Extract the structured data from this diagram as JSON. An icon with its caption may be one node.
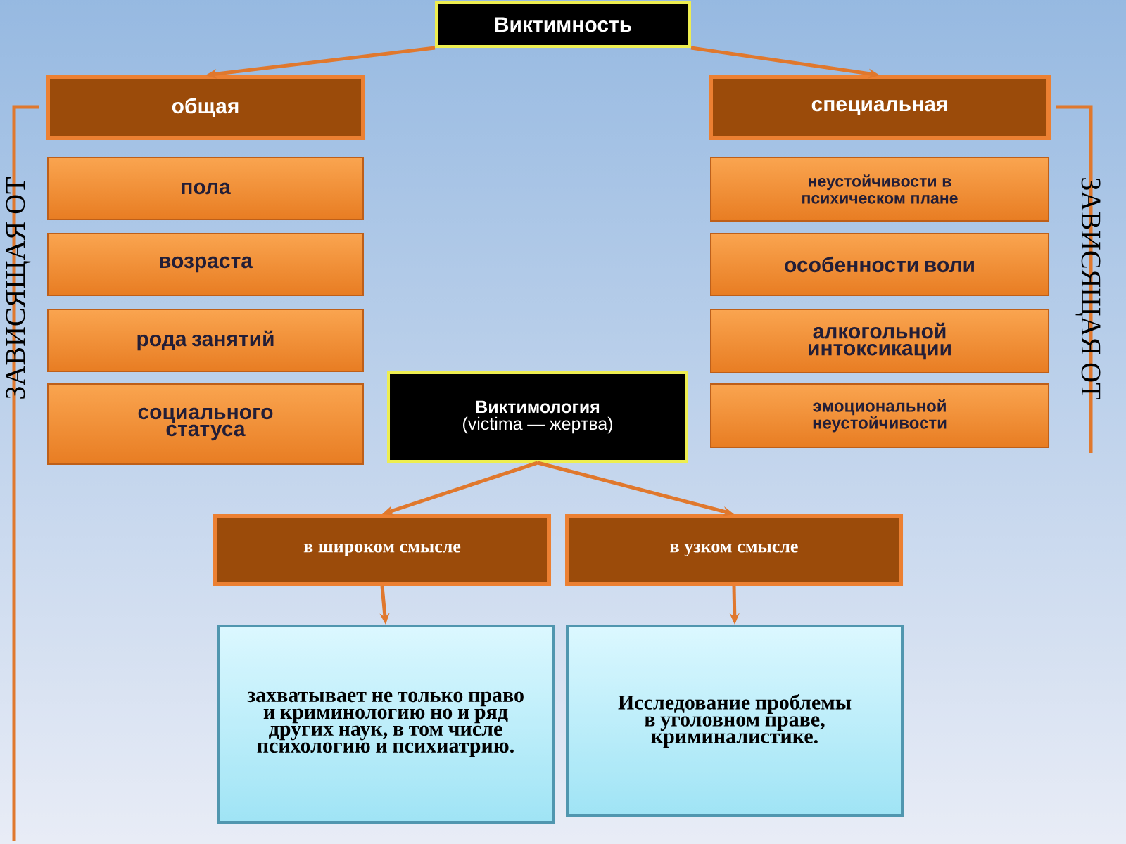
{
  "diagram": {
    "nodes": [
      {
        "text": [
          "Виктимность"
        ]
      },
      {
        "text": [
          "общая"
        ]
      },
      {
        "text": [
          "пола"
        ]
      },
      {
        "text": [
          "возраста"
        ]
      },
      {
        "text": [
          "рода занятий"
        ]
      },
      {
        "text": [
          "социального статуса"
        ]
      },
      {
        "text": [
          "специальная"
        ]
      },
      {
        "text": [
          "неустойчивости в психическом плане"
        ]
      },
      {
        "text": [
          "особенности воли"
        ]
      },
      {
        "text": [
          "алкогольной интоксикации"
        ]
      },
      {
        "text": [
          "эмоциональной неустойчивости"
        ]
      },
      {
        "text": [
          "Виктимология",
          "(victima — жертва)"
        ]
      },
      {
        "text": [
          "в широком смысле"
        ]
      },
      {
        "text": [
          "в узком смысле"
        ]
      },
      {
        "text": [
          "захватывает не только право и криминологию но и ряд других наук, в том числе психологию и психиатрию."
        ]
      },
      {
        "text": [
          "Исследование проблемы в уголовном праве, криминалистике."
        ]
      }
    ],
    "edges": [
      {
        "from": 0,
        "to": 1,
        "arrow": "to"
      },
      {
        "from": 0,
        "to": 6,
        "arrow": "to"
      },
      {
        "from": 11,
        "to": 12,
        "arrow": "to"
      },
      {
        "from": 11,
        "to": 13,
        "arrow": "to"
      },
      {
        "from": 12,
        "to": 14,
        "arrow": "to"
      },
      {
        "from": 13,
        "to": 15,
        "arrow": "to"
      }
    ],
    "labels": [
      "ЗАВИСЯЩАЯ ОТ",
      "ЗАВИСЯЩАЯ ОТ"
    ]
  }
}
